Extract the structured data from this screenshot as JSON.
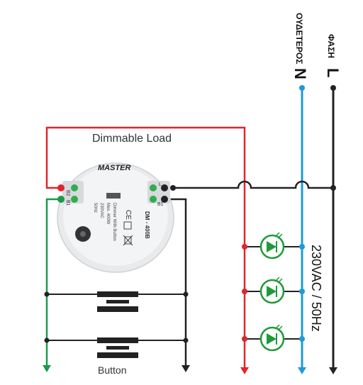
{
  "labels": {
    "neutral_title": "ΟΥΔΕΤΕΡΟΣ",
    "phase_title": "ΦΑΣΗ",
    "neutral_letter": "N",
    "phase_letter": "L",
    "load": "Dimmable Load",
    "button": "Button",
    "supply": "230VAC / 50Hz"
  },
  "module": {
    "brand": "MASTER",
    "model": "DM - 400B",
    "line1": "Dimmer With Button",
    "line2": "Max. 400W",
    "line3": "230VAC",
    "line4": "50Hz",
    "term_left_top": "B2",
    "term_left_bottom": "B1",
    "term_right_top": "L",
    "term_right_bottom": "B1",
    "ce_mark": "CE"
  },
  "colors": {
    "red_wire": "#e0262c",
    "green_wire": "#1a9a4a",
    "blue_wire": "#1e9ad6",
    "black_wire": "#222222",
    "led_green": "#1f9a3a"
  }
}
